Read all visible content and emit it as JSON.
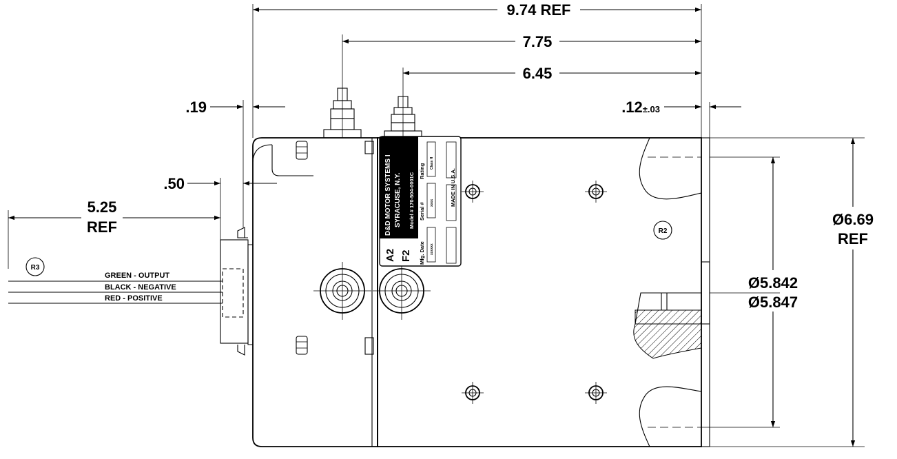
{
  "dimensions": {
    "overall_length": "9.74 REF",
    "terminal_a_to_end": "7.75",
    "terminal_b_to_end": "6.45",
    "bracket_thickness": ".19",
    "shaft_offset": ".12",
    "shaft_offset_tol": "±.03",
    "mount_offset": ".50",
    "lead_length_value": "5.25",
    "lead_length_ref": "REF",
    "body_dia_value": "Ø6.69",
    "body_dia_ref": "REF",
    "pilot_dia_max": "Ø5.842",
    "pilot_dia_min": "Ø5.847"
  },
  "wires": {
    "green": "GREEN - OUTPUT",
    "black": "BLACK - NEGATIVE",
    "red": "RED - POSITIVE"
  },
  "balloons": {
    "r2": "R2",
    "r3": "R3"
  },
  "nameplate": {
    "maker": "D&D MOTOR SYSTEMS I",
    "city": "SYRACUSE, N.Y.",
    "model": "Model # 170-504-0001C",
    "term_a2": "A2",
    "term_f2": "F2",
    "rating_lbl": "Rating",
    "rating_val": "Class H",
    "serial_lbl": "Serial #",
    "serial_val": "xxxx",
    "mfg_lbl": "Mfg. Date",
    "mfg_val": "xxxxxx",
    "origin": "MADE IN U.S.A."
  }
}
